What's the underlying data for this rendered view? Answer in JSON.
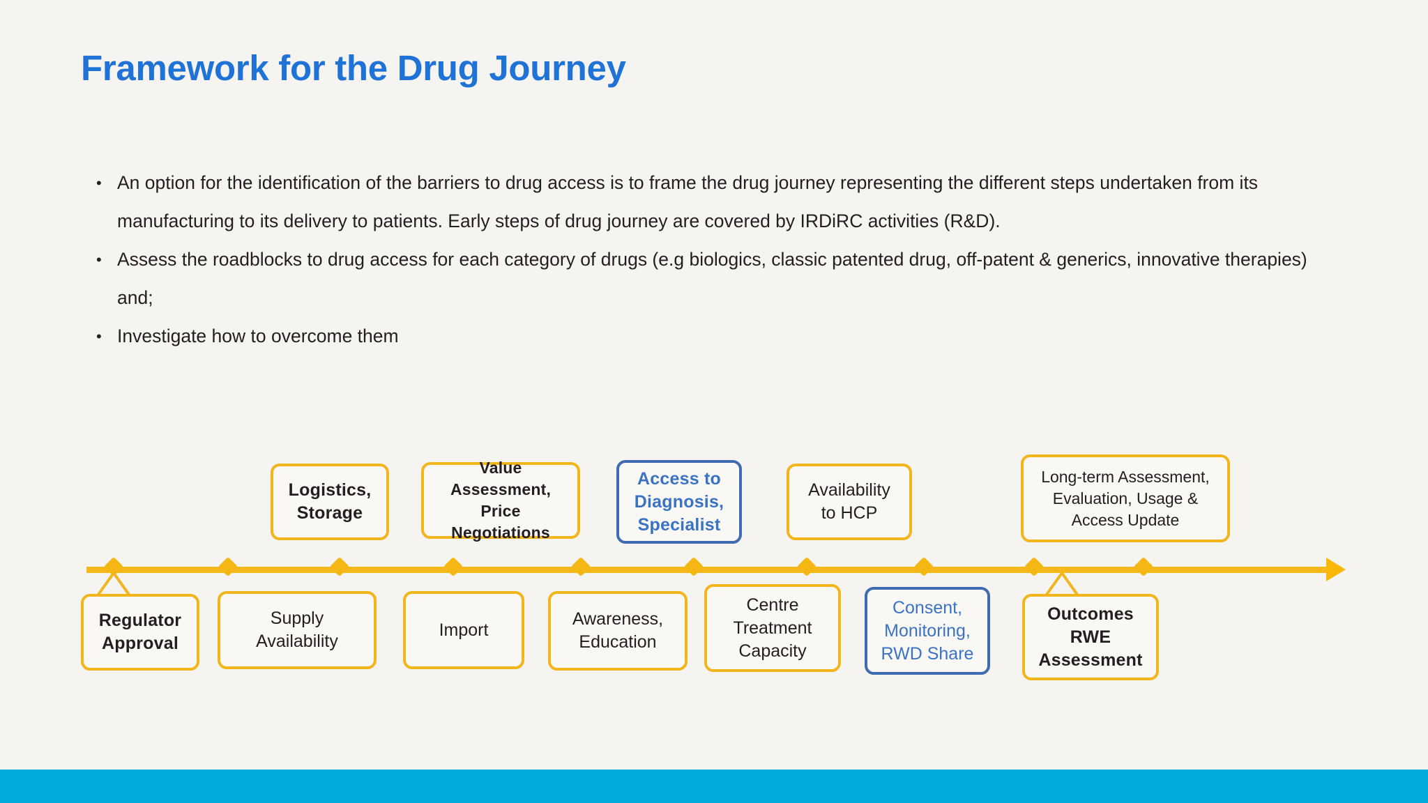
{
  "slide": {
    "title": "Framework for the Drug Journey",
    "background_color": "#f6f4f0",
    "title_color": "#1f72d6",
    "accent_gold": "#f2b51c",
    "accent_blue": "#3f6bb0",
    "footer_band_color": "#00ACDC"
  },
  "bullets": [
    {
      "marker": "•",
      "text": "An option for the identification of the barriers to drug access is to frame the drug journey representing the different steps undertaken from its manufacturing to its delivery to patients. Early steps of drug journey are covered by IRDiRC activities (R&D)."
    },
    {
      "marker": "•",
      "text": "Assess the roadblocks to drug access for each category of drugs (e.g biologics, classic patented drug, off-patent & generics, innovative therapies) and;"
    },
    {
      "marker": "•",
      "text": "Investigate how to overcome them"
    }
  ],
  "diagram": {
    "type": "timeline",
    "axis": {
      "direction": "left-to-right",
      "color": "#f4b81b",
      "arrowhead": true,
      "marker_shape": "diamond",
      "marker_count": 9
    },
    "nodes_above": [
      {
        "label": "Logistics,\nStorage",
        "line1": "Logistics,",
        "line2": "Storage",
        "style": "gold",
        "bold": true
      },
      {
        "label": "Value Assessment,\nPrice Negotiations",
        "line1": "Value Assessment,",
        "line2": "Price Negotiations",
        "style": "gold",
        "bold": true
      },
      {
        "label": "Access to\nDiagnosis,\nSpecialist",
        "line1": "Access to",
        "line2": "Diagnosis,",
        "line3": "Specialist",
        "style": "blue",
        "bold": true
      },
      {
        "label": "Availability\nto HCP",
        "line1": "Availability",
        "line2": "to HCP",
        "style": "gold",
        "bold": false
      },
      {
        "label": "Long-term Assessment,\nEvaluation, Usage &\nAccess Update",
        "line1": "Long-term Assessment,",
        "line2": "Evaluation, Usage &",
        "line3": "Access Update",
        "style": "gold",
        "bold": false
      }
    ],
    "nodes_below": [
      {
        "label": "Regulator\nApproval",
        "line1": "Regulator",
        "line2": "Approval",
        "style": "gold",
        "bold": true,
        "callout": true
      },
      {
        "label": "Supply\nAvailability",
        "line1": "Supply",
        "line2": "Availability",
        "style": "gold",
        "bold": false,
        "callout": false
      },
      {
        "label": "Import",
        "line1": "Import",
        "style": "gold",
        "bold": false,
        "callout": false
      },
      {
        "label": "Awareness,\nEducation",
        "line1": "Awareness,",
        "line2": "Education",
        "style": "gold",
        "bold": false,
        "callout": false
      },
      {
        "label": "Centre\nTreatment\nCapacity",
        "line1": "Centre",
        "line2": "Treatment",
        "line3": "Capacity",
        "style": "gold",
        "bold": false,
        "callout": false
      },
      {
        "label": "Consent,\nMonitoring,\nRWD Share",
        "line1": "Consent,",
        "line2": "Monitoring,",
        "line3": "RWD Share",
        "style": "blue",
        "bold": false,
        "callout": false
      },
      {
        "label": "Outcomes\nRWE\nAssessment",
        "line1": "Outcomes",
        "line2": "RWE",
        "line3": "Assessment",
        "style": "gold",
        "bold": true,
        "callout": true
      }
    ]
  }
}
